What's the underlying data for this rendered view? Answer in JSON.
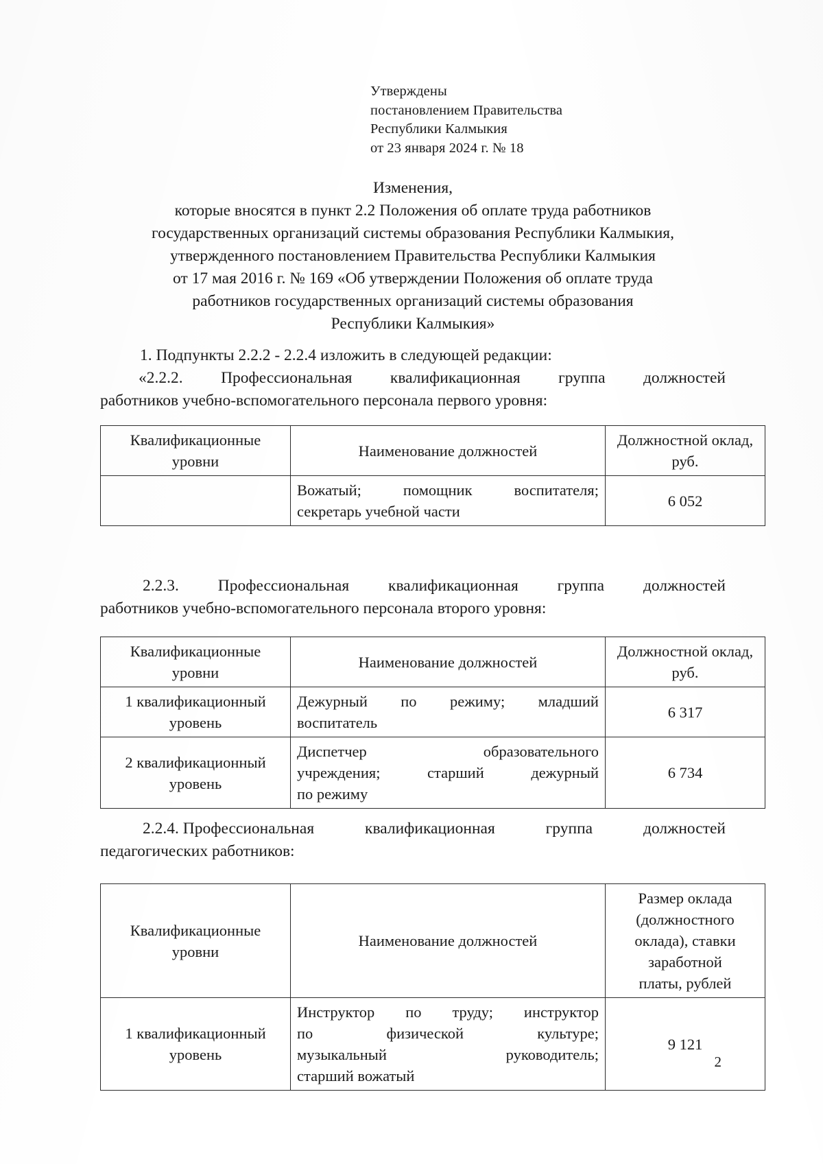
{
  "document": {
    "page_number": "2",
    "approval": [
      "Утверждены",
      "постановлением Правительства",
      "Республики Калмыкия",
      "от 23 января 2024 г. № 18"
    ],
    "title": [
      "Изменения,",
      "которые вносятся в пункт 2.2 Положения об оплате труда работников",
      "государственных организаций системы образования Республики Калмыкия,",
      "утвержденного постановлением Правительства Республики Калмыкия",
      "от 17 мая 2016 г. № 169 «Об утверждении Положения об оплате труда",
      "работников государственных организаций системы образования",
      "Республики Калмыкия»"
    ],
    "item_1": "1.  Подпункты 2.2.2 - 2.2.4 изложить в следующей редакции:",
    "section_222": {
      "line1_parts": [
        "«2.2.2.",
        "Профессиональная",
        "квалификационная",
        "группа",
        "должностей"
      ],
      "line2": "работников учебно-вспомогательного персонала первого уровня:"
    },
    "section_223": {
      "line1_parts": [
        "2.2.3.",
        "Профессиональная",
        "квалификационная",
        "группа",
        "должностей"
      ],
      "line2": "работников учебно-вспомогательного персонала второго уровня:"
    },
    "section_224": {
      "line1_parts": [
        "2.2.4. Профессиональная",
        "квалификационная",
        "группа",
        "должностей"
      ],
      "line2": "педагогических работников:"
    },
    "table_222": {
      "headers": {
        "level": "Квалификационные уровни",
        "name": "Наименование должностей",
        "pay": "Должностной оклад, руб."
      },
      "rows": [
        {
          "level": "",
          "name_lines": [
            [
              "Вожатый;",
              "помощник",
              "воспитателя;"
            ],
            [
              "секретарь учебной части"
            ]
          ],
          "pay": "6 052"
        }
      ]
    },
    "table_223": {
      "headers": {
        "level": "Квалификационные уровни",
        "name": "Наименование должностей",
        "pay": "Должностной оклад, руб."
      },
      "rows": [
        {
          "level_lines": [
            "1 квалификационный",
            "уровень"
          ],
          "name_lines": [
            [
              "Дежурный",
              "по",
              "режиму;",
              "младший"
            ],
            [
              "воспитатель"
            ]
          ],
          "pay": "6 317"
        },
        {
          "level_lines": [
            "2 квалификационный",
            "уровень"
          ],
          "name_lines": [
            [
              "Диспетчер",
              "образовательного"
            ],
            [
              "учреждения;",
              "старший",
              "дежурный"
            ],
            [
              "по режиму"
            ]
          ],
          "pay": "6 734"
        }
      ]
    },
    "table_224": {
      "headers": {
        "level": "Квалификационные уровни",
        "name": "Наименование должностей",
        "pay_lines": [
          "Размер оклада",
          "(должностного",
          "оклада), ставки",
          "заработной",
          "платы, рублей"
        ]
      },
      "rows": [
        {
          "level_lines": [
            "1 квалификационный",
            "уровень"
          ],
          "name_lines": [
            [
              "Инструктор",
              "по",
              "труду;",
              "инструктор"
            ],
            [
              "по",
              "физической",
              "культуре;"
            ],
            [
              "музыкальный",
              "руководитель;"
            ],
            [
              "старший вожатый"
            ]
          ],
          "pay": "9 121"
        }
      ]
    }
  }
}
